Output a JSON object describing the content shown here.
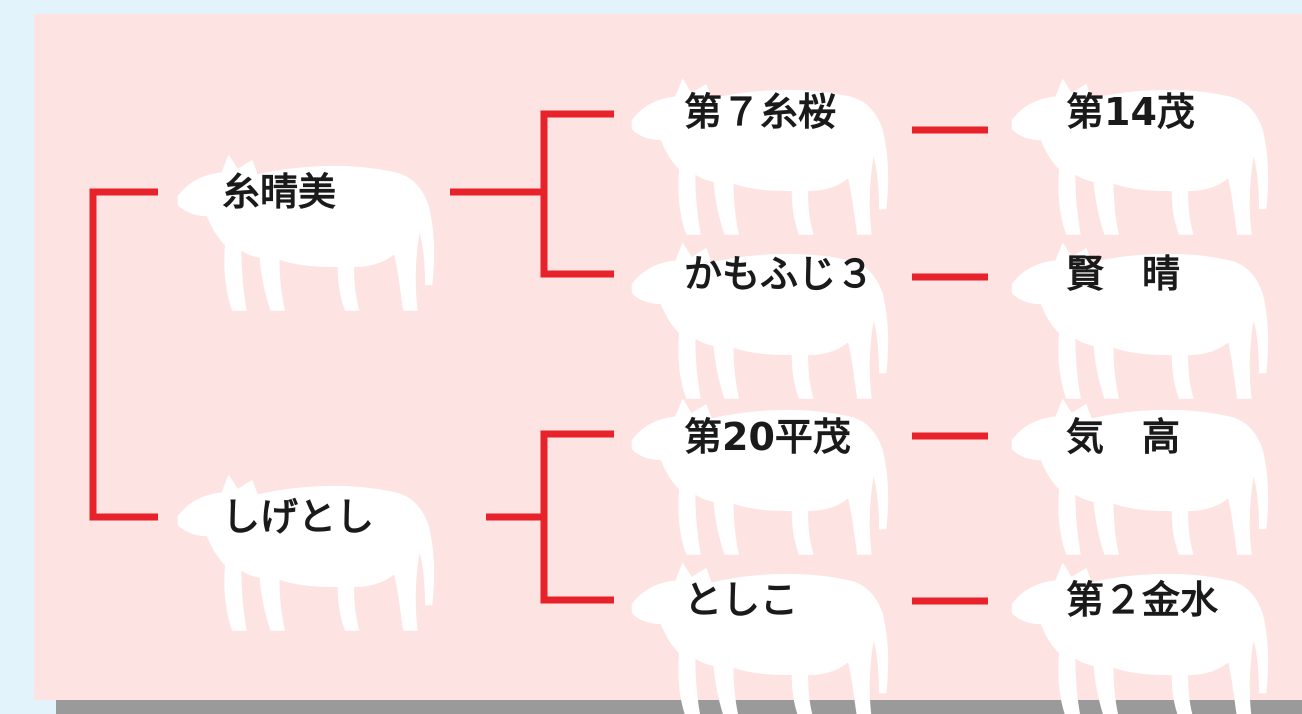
{
  "pedigree": {
    "line_color": "#e8222a",
    "silhouette_color": "#ffffff",
    "panel_color": "#fde3e1",
    "sire": {
      "name": "糸晴美",
      "sire": {
        "name": "第７糸桜",
        "ancestor": "第14茂"
      },
      "dam": {
        "name": "かもふじ３",
        "ancestor": "賢　晴"
      }
    },
    "dam": {
      "name": "しげとし",
      "sire": {
        "name": "第20平茂",
        "ancestor": "気　高"
      },
      "dam": {
        "name": "としこ",
        "ancestor": "第２金水"
      }
    }
  }
}
